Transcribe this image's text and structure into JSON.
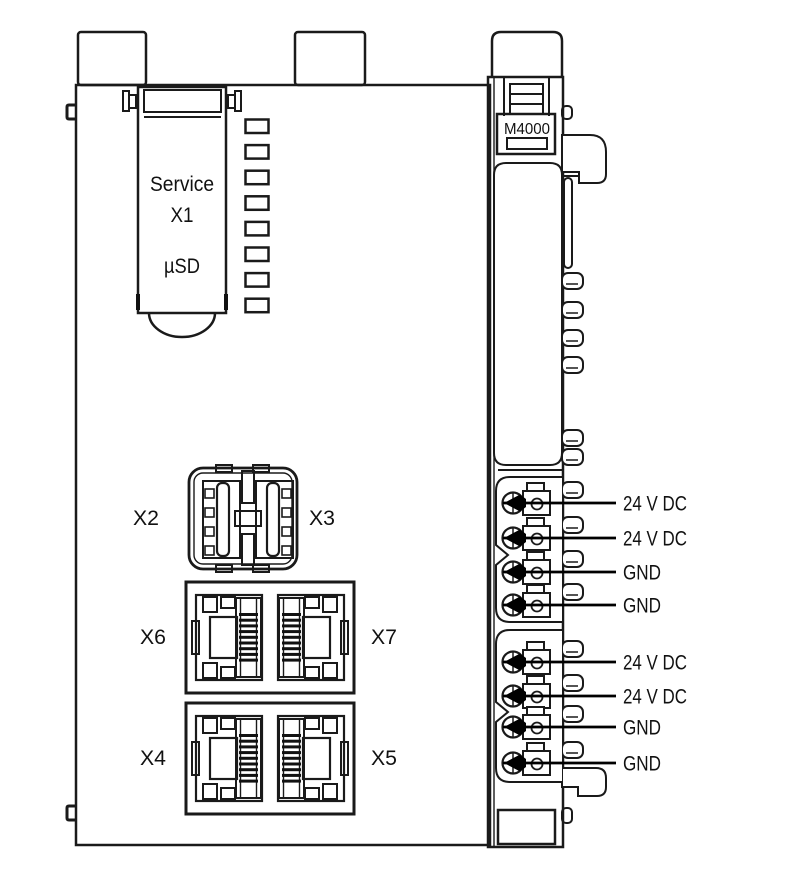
{
  "diagram": {
    "description": "Technical line drawing of an M4000 control module, side and front view with connector labels",
    "line_color": "#1a1a1a",
    "background": "#ffffff"
  },
  "module": {
    "type_label": "M4000",
    "service_flap": {
      "line1": "Service",
      "line2": "X1",
      "line3": "µSD"
    },
    "led_count": 8
  },
  "connectors": {
    "usb_left": "X2",
    "usb_right": "X3",
    "eth_top_left": "X6",
    "eth_top_right": "X7",
    "eth_bottom_left": "X4",
    "eth_bottom_right": "X5"
  },
  "terminals": [
    "24 V DC",
    "24 V DC",
    "GND",
    "GND",
    "24 V DC",
    "24 V DC",
    "GND",
    "GND"
  ]
}
